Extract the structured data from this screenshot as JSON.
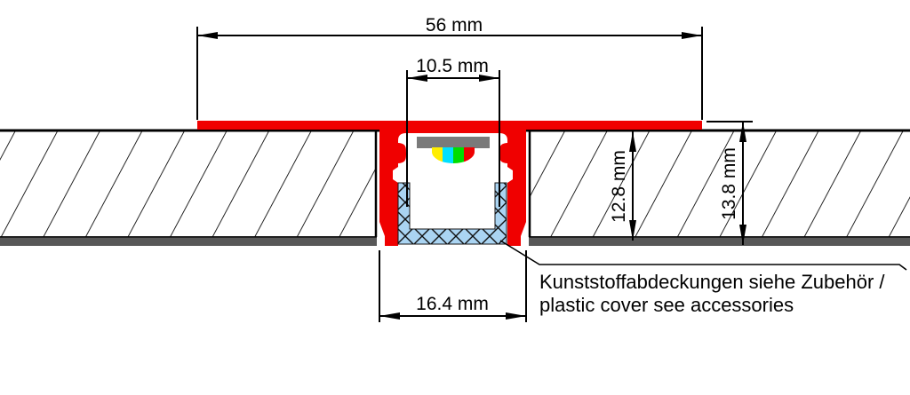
{
  "drawing": {
    "dimensions": {
      "flange_width": "56 mm",
      "opening_width": "10.5 mm",
      "recess_depth": "12.8 mm",
      "overall_depth": "13.8 mm",
      "body_width": "16.4 mm"
    },
    "note": {
      "line1": "Kunststoffabdeckungen siehe Zubehör /",
      "line2": "plastic cover see accessories"
    },
    "colors": {
      "profile_red": "#f00000",
      "cover_blue": "#aad4f2",
      "panel_strip_gray": "#585858",
      "pcb_gray": "#7a7a7a",
      "led_yellow": "#ffee00",
      "led_cyan": "#00e0ff",
      "led_green": "#00dd00",
      "led_red": "#ee0000",
      "line_black": "#000000"
    }
  }
}
